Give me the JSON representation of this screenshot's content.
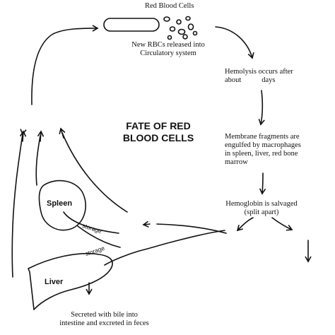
{
  "diagram": {
    "title": "FATE OF RED BLOOD CELLS",
    "title_lines": [
      "FATE OF RED",
      "BLOOD CELLS"
    ],
    "labels": {
      "red_blood_cells": "Red Blood Cells",
      "new_rbcs": [
        "New RBCs released into",
        "Circulatory system"
      ],
      "hemolysis": [
        "Hemolysis occurs after",
        "about           days"
      ],
      "membrane": [
        "Membrane fragments are",
        "engulfed by macrophages",
        "in spleen, liver, red bone",
        "marrow"
      ],
      "hemoglobin": [
        "Hemoglobin is salvaged",
        "(split apart)"
      ],
      "bile": [
        "Secreted with bile into",
        "intestine and excreted in feces"
      ],
      "spleen": "Spleen",
      "liver": "Liver",
      "storage_1": "storage",
      "storage_2": "storage"
    },
    "colors": {
      "ink": "#111111",
      "background": "#ffffff"
    }
  }
}
